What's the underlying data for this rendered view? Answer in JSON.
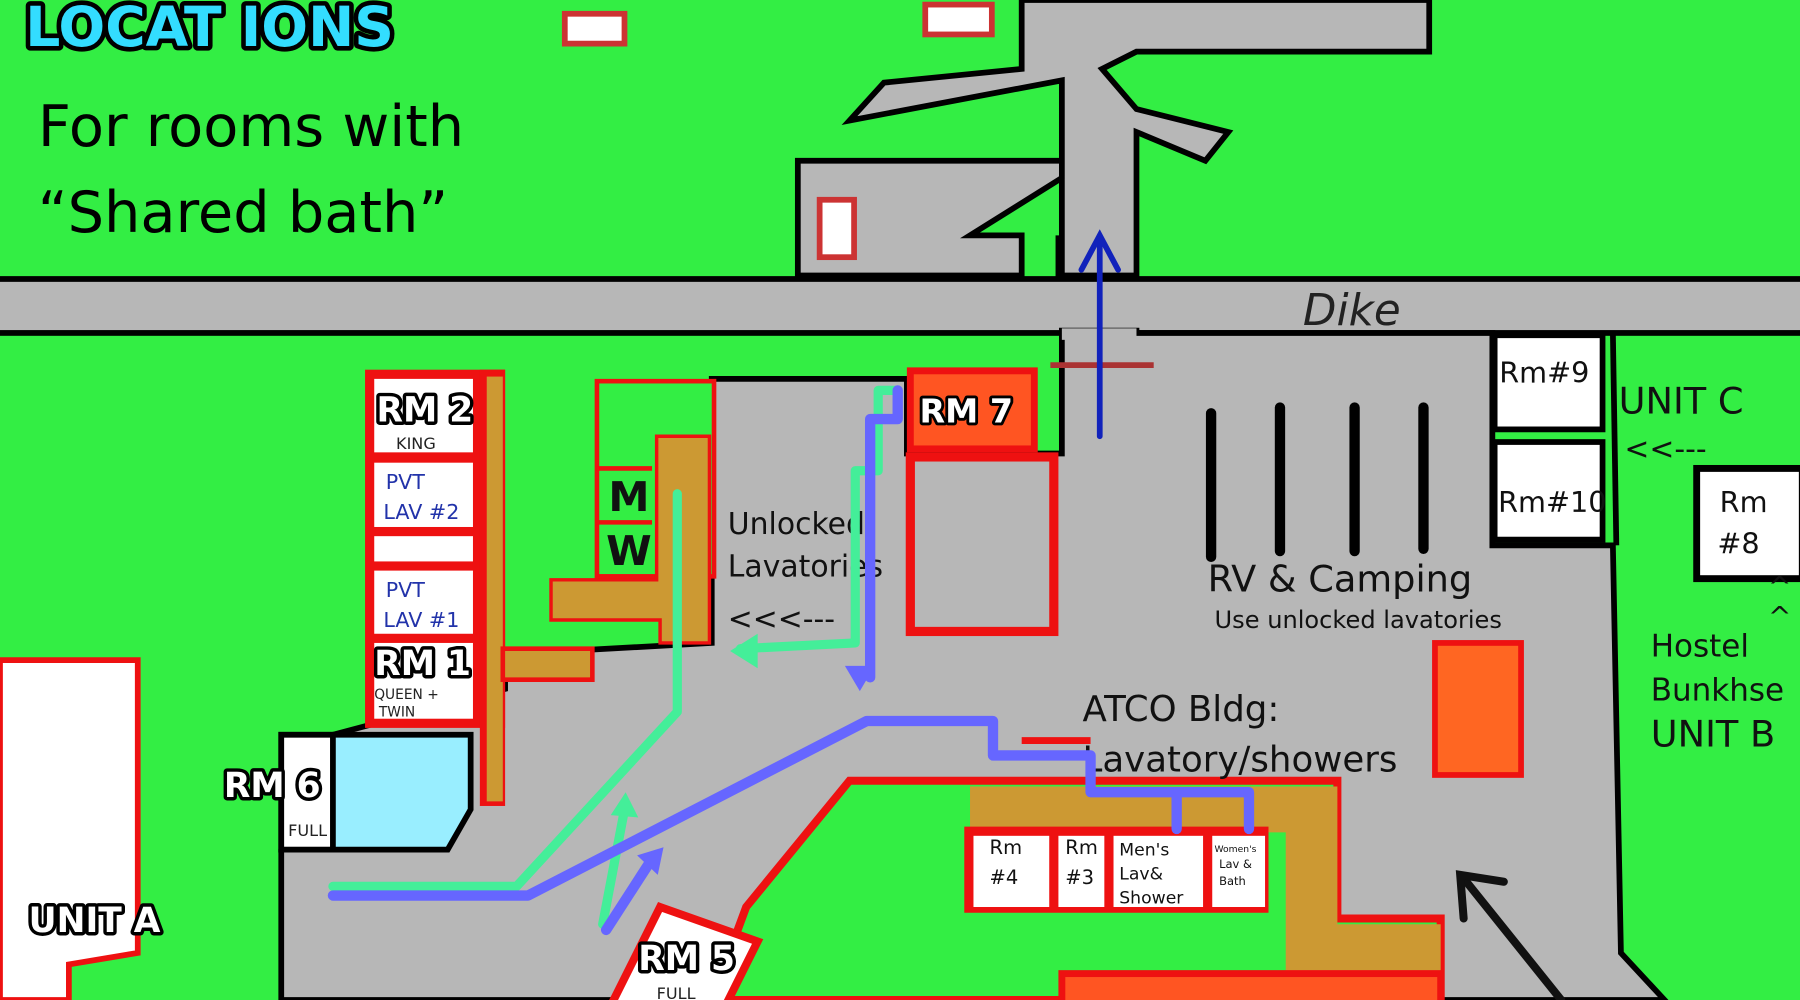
{
  "title": "LOCAT IONS",
  "subtitle": [
    "For rooms with",
    "“Shared bath”"
  ],
  "road_label": "Dike",
  "colors": {
    "grass": "#33ee44",
    "pavement": "#b7b7b7",
    "building_outline": "#ee1111",
    "corridor": "#cc9933",
    "path_green": "#44ee99",
    "path_blue": "#6666ff",
    "title": "#33ddff"
  },
  "unit_c": {
    "rm9": "Rm#9",
    "rm10": "Rm#10",
    "label": "UNIT C",
    "arrow": "<<---"
  },
  "unit_b": {
    "rm8": [
      "Rm",
      "#8"
    ],
    "arrows": "^\n^",
    "label": [
      "Hostel",
      "Bunkhse",
      "UNIT B"
    ]
  },
  "rv": {
    "title": "RV & Camping",
    "note": "Use unlocked lavatories"
  },
  "atco": {
    "title": "ATCO Bldg:",
    "subtitle": "Lavatory/showers",
    "rooms": [
      [
        "Rm",
        "#4"
      ],
      [
        "Rm",
        "#3"
      ],
      [
        "Men's",
        "Lav&",
        "Shower"
      ],
      [
        "Women's",
        "Lav &",
        "Bath"
      ]
    ]
  },
  "unit_a": {
    "rm2": {
      "name": "RM 2",
      "bed": "KING"
    },
    "pvt2": [
      "PVT",
      "LAV #2"
    ],
    "pvt1": [
      "PVT",
      "LAV #1"
    ],
    "rm1": {
      "name": "RM 1",
      "bed": [
        "QUEEN +",
        "TWIN"
      ]
    },
    "rm6": {
      "name": "RM 6",
      "status": "FULL"
    },
    "rm5": {
      "name": "RM 5",
      "status": "FULL"
    },
    "label": "UNIT A"
  },
  "lavatories": {
    "men": "M",
    "women": "W",
    "label": [
      "Unlocked",
      "Lavatories"
    ],
    "arrow": "<<<---"
  },
  "rm7": "RM 7"
}
